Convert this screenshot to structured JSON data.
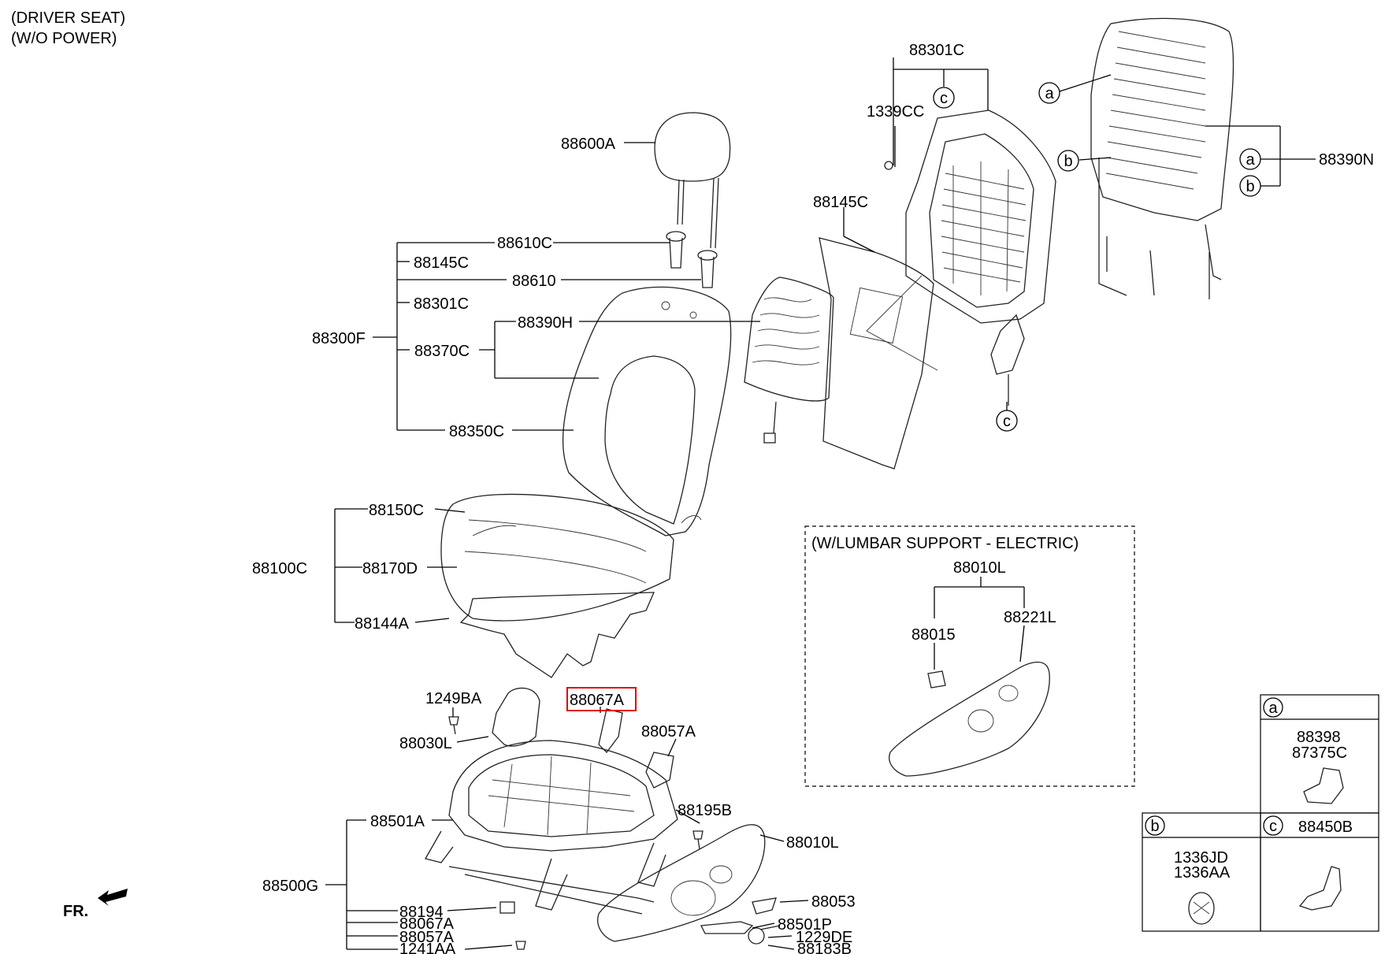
{
  "header": {
    "line1": "(DRIVER SEAT)",
    "line2": "(W/O POWER)"
  },
  "parts": {
    "p88301C_top": "88301C",
    "p1339CC": "1339CC",
    "p88390N": "88390N",
    "p88600A": "88600A",
    "p88145C_right": "88145C",
    "p88610C": "88610C",
    "p88145C_left": "88145C",
    "p88610": "88610",
    "p88301C_left": "88301C",
    "p88390H": "88390H",
    "p88300F": "88300F",
    "p88370C": "88370C",
    "p88350C": "88350C",
    "p88150C": "88150C",
    "p88100C": "88100C",
    "p88170D": "88170D",
    "p88144A": "88144A",
    "p1249BA": "1249BA",
    "p88067A": "88067A",
    "p88030L": "88030L",
    "p88057A": "88057A",
    "p88195B": "88195B",
    "p88501A": "88501A",
    "p88010L": "88010L",
    "p88500G": "88500G",
    "p88053": "88053",
    "p88194": "88194",
    "p88067A_list": "88067A",
    "p88057A_list": "88057A",
    "p1241AA": "1241AA",
    "p88501P": "88501P",
    "p1229DE": "1229DE",
    "p88183B": "88183B"
  },
  "callouts": {
    "a": "a",
    "b": "b",
    "c": "c"
  },
  "lumbar": {
    "title": "(W/LUMBAR SUPPORT - ELECTRIC)",
    "p88010L": "88010L",
    "p88015": "88015",
    "p88221L": "88221L"
  },
  "table": {
    "a_items": [
      "88398",
      "87375C"
    ],
    "b_items": [
      "1336JD",
      "1336AA"
    ],
    "c_part": "88450B"
  },
  "direction": {
    "label": "FR."
  },
  "highlight_part": "88067A"
}
